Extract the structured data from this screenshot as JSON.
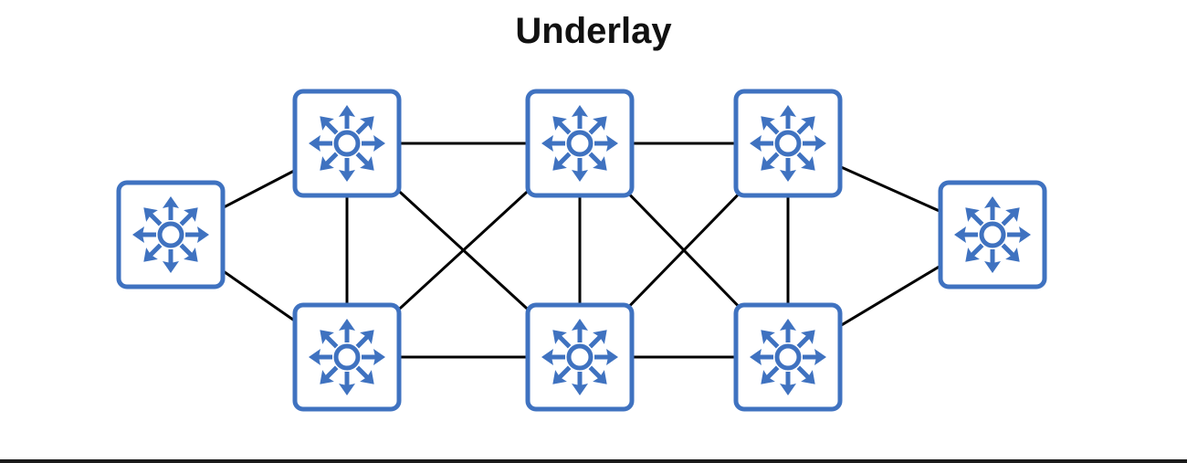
{
  "title": "Underlay",
  "colors": {
    "switch_blue": "#3f72c0",
    "switch_fill": "#ffffff",
    "link": "#000000",
    "title_text": "#111111"
  },
  "switch_icon": "layer3-switch-icon",
  "switches": [
    {
      "id": "edge-left"
    },
    {
      "id": "top-1"
    },
    {
      "id": "top-2"
    },
    {
      "id": "top-3"
    },
    {
      "id": "bottom-1"
    },
    {
      "id": "bottom-2"
    },
    {
      "id": "bottom-3"
    },
    {
      "id": "edge-right"
    }
  ],
  "links": [
    [
      "edge-left",
      "top-1"
    ],
    [
      "edge-left",
      "bottom-1"
    ],
    [
      "top-1",
      "top-2"
    ],
    [
      "top-2",
      "top-3"
    ],
    [
      "bottom-1",
      "bottom-2"
    ],
    [
      "bottom-2",
      "bottom-3"
    ],
    [
      "top-1",
      "bottom-1"
    ],
    [
      "top-2",
      "bottom-2"
    ],
    [
      "top-3",
      "bottom-3"
    ],
    [
      "top-1",
      "bottom-2"
    ],
    [
      "top-2",
      "bottom-1"
    ],
    [
      "top-2",
      "bottom-3"
    ],
    [
      "top-3",
      "bottom-2"
    ],
    [
      "top-3",
      "edge-right"
    ],
    [
      "bottom-3",
      "edge-right"
    ]
  ]
}
